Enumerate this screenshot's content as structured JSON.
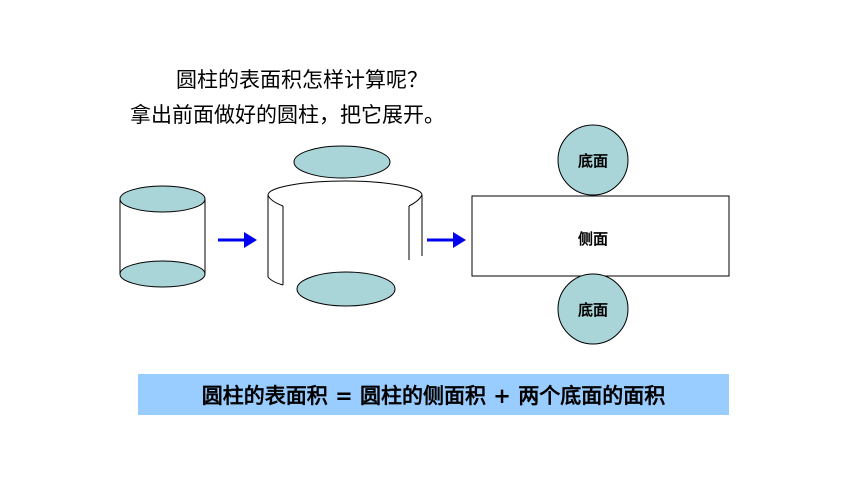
{
  "intro": {
    "question": "圆柱的表面积怎样计算呢？",
    "instruction": "拿出前面做好的圆柱，把它展开。"
  },
  "net": {
    "top_base_label": "底面",
    "side_label": "侧面",
    "bottom_base_label": "底面"
  },
  "formula": {
    "text": "圆柱的表面积 = 圆柱的侧面积 + 两个底面的面积"
  },
  "colors": {
    "base_fill": "#a9d4d8",
    "arrow": "#0000ee",
    "formula_bg": "#99ccff"
  }
}
